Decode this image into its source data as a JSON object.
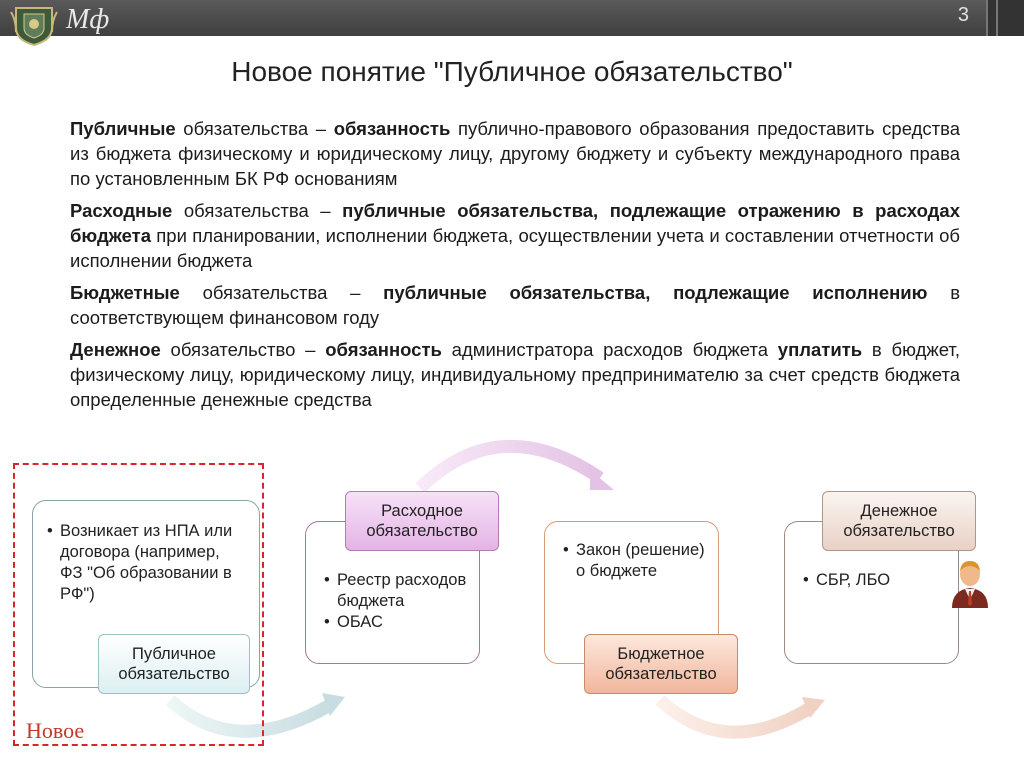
{
  "header": {
    "brand": "Мф",
    "slide_number": "3"
  },
  "title": "Новое понятие \"Публичное обязательство\"",
  "paragraphs": {
    "p1": {
      "a": "Публичные",
      "b": " обязательства – ",
      "c": "обязанность",
      "d": " публично-правового образования предоставить средства из бюджета физическому и юридическому лицу, другому бюджету и субъекту международного права по установленным БК РФ основаниям"
    },
    "p2": {
      "a": "Расходные",
      "b": " обязательства – ",
      "c": "публичные обязательства, подлежащие отражению в расходах бюджета",
      "d": " при планировании, исполнении бюджета, осуществлении учета и составлении отчетности об исполнении бюджета"
    },
    "p3": {
      "a": "Бюджетные",
      "b": " обязательства – ",
      "c": "публичные обязательства, подлежащие исполнению",
      "d": " в соответствующем финансовом году"
    },
    "p4": {
      "a": "Денежное",
      "b": " обязательство – ",
      "c": "обязанность",
      "d": " администратора расходов бюджета ",
      "e": "уплатить",
      "f": " в бюджет, физическому лицу, юридическому лицу, индивидуальному предпринимателю за счет средств бюджета определенные денежные средства"
    }
  },
  "diagram": {
    "new_label": "Новое",
    "cards": [
      {
        "label": "Публичное обязательство",
        "items": [
          "Возникает из НПА или договора (например, ФЗ \"Об образовании в РФ\")"
        ]
      },
      {
        "label": "Расходное обязательство",
        "items": [
          "Реестр расходов бюджета",
          "ОБАС"
        ]
      },
      {
        "label": "Бюджетное обязательство",
        "items": [
          "Закон (решение) о бюджете"
        ]
      },
      {
        "label": "Денежное обязательство",
        "items": [
          "СБР, ЛБО"
        ]
      }
    ]
  },
  "icons": [
    "coat-of-arms-icon",
    "person-icon"
  ],
  "colors": {
    "topbar": "#4a4a4a",
    "dashed_frame": "#d8262a",
    "new_label": "#c0392b",
    "card1_border": "#8aa3a8",
    "card2_border": "#a873a8",
    "card3_border": "#d89a74",
    "card4_border": "#9a8b84"
  }
}
